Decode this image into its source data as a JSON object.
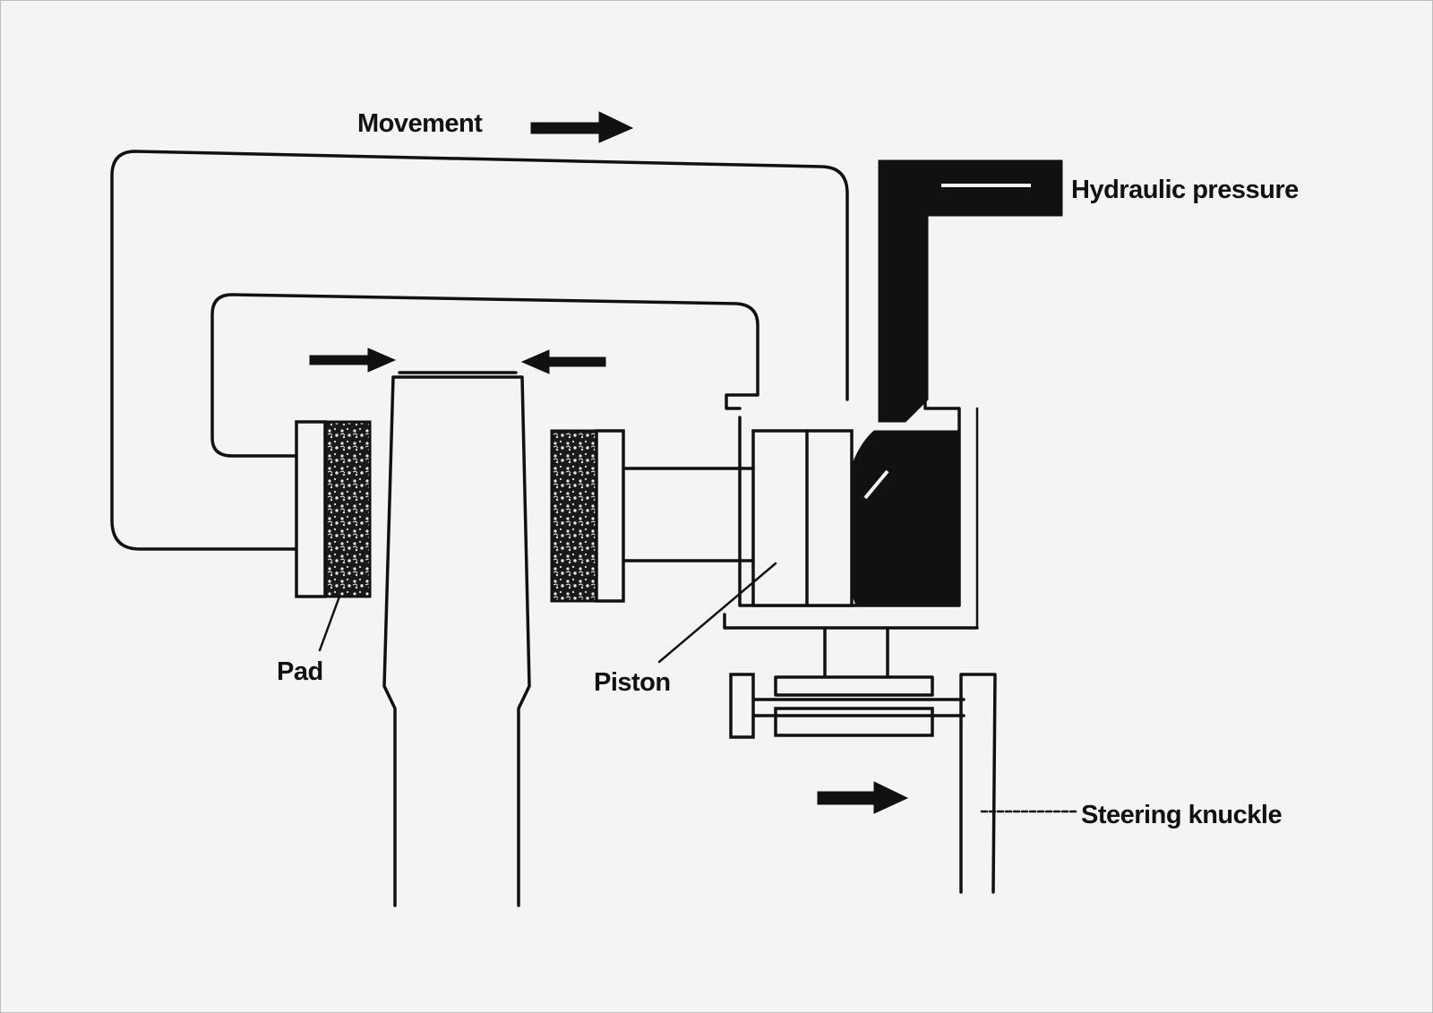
{
  "diagram": {
    "labels": {
      "movement": "Movement",
      "hydraulic_pressure": "Hydraulic pressure",
      "pad": "Pad",
      "piston": "Piston",
      "steering_knuckle": "Steering knuckle"
    },
    "colors": {
      "ink": "#111111",
      "paper": "#f4f4f4",
      "pad_fill": "#1a1a1a"
    },
    "icons": [
      "arrow-right-icon",
      "arrow-left-icon"
    ]
  }
}
